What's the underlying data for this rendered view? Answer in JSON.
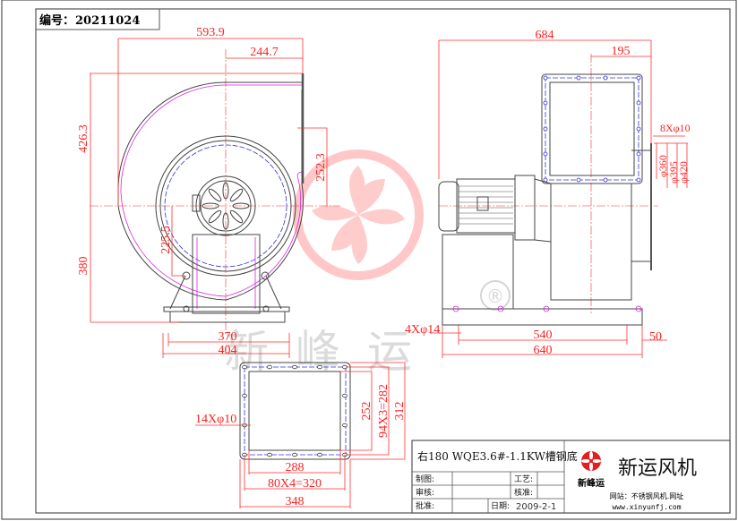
{
  "drawing_number": {
    "label": "编号：",
    "value": "20211024"
  },
  "front_view": {
    "dims": {
      "overall_width": "593.9",
      "outlet_offset": "244.7",
      "upper_height": "426.3",
      "outlet_height": "252.3",
      "shaft_height": "380",
      "inlet_radius": "225.5",
      "base_inner": "370",
      "base_outer": "404"
    }
  },
  "side_view": {
    "dims": {
      "overall_length": "684",
      "flange_offset": "195",
      "holes": "8Xφ10",
      "d1": "φ360",
      "d2": "φ395",
      "d3": "φ420",
      "anchor_holes": "4Xφ14",
      "base_span": "540",
      "base_length": "640",
      "edge": "50"
    }
  },
  "outlet_flange": {
    "dims": {
      "holes": "14Xφ10",
      "inner_h": "252",
      "pitch_h": "94X3=282",
      "outer_h": "312",
      "inner_w": "288",
      "pitch_w": "80X4=320",
      "outer_w": "348"
    }
  },
  "watermark": {
    "brand": "新峰运",
    "registered": "®"
  },
  "title_block": {
    "model": "右180 WQE3.6#-1.1KW槽钢底",
    "rows": [
      {
        "label": "制图:",
        "label2": "工艺:"
      },
      {
        "label": "审核:",
        "label2": "核准:"
      },
      {
        "label": "批准:",
        "label2": "日期:",
        "value2": "2009-2-1"
      }
    ],
    "logo_text": "新峰运",
    "company": "新运风机",
    "website_label": "网站：不锈钢风机.网址",
    "website": "www.xinyunfj.com"
  },
  "colors": {
    "dimension": "#ff2020",
    "outline": "#444444",
    "centerline": "#ff3030",
    "hidden": "#e020e0",
    "bolt_circle": "#3030e0"
  }
}
